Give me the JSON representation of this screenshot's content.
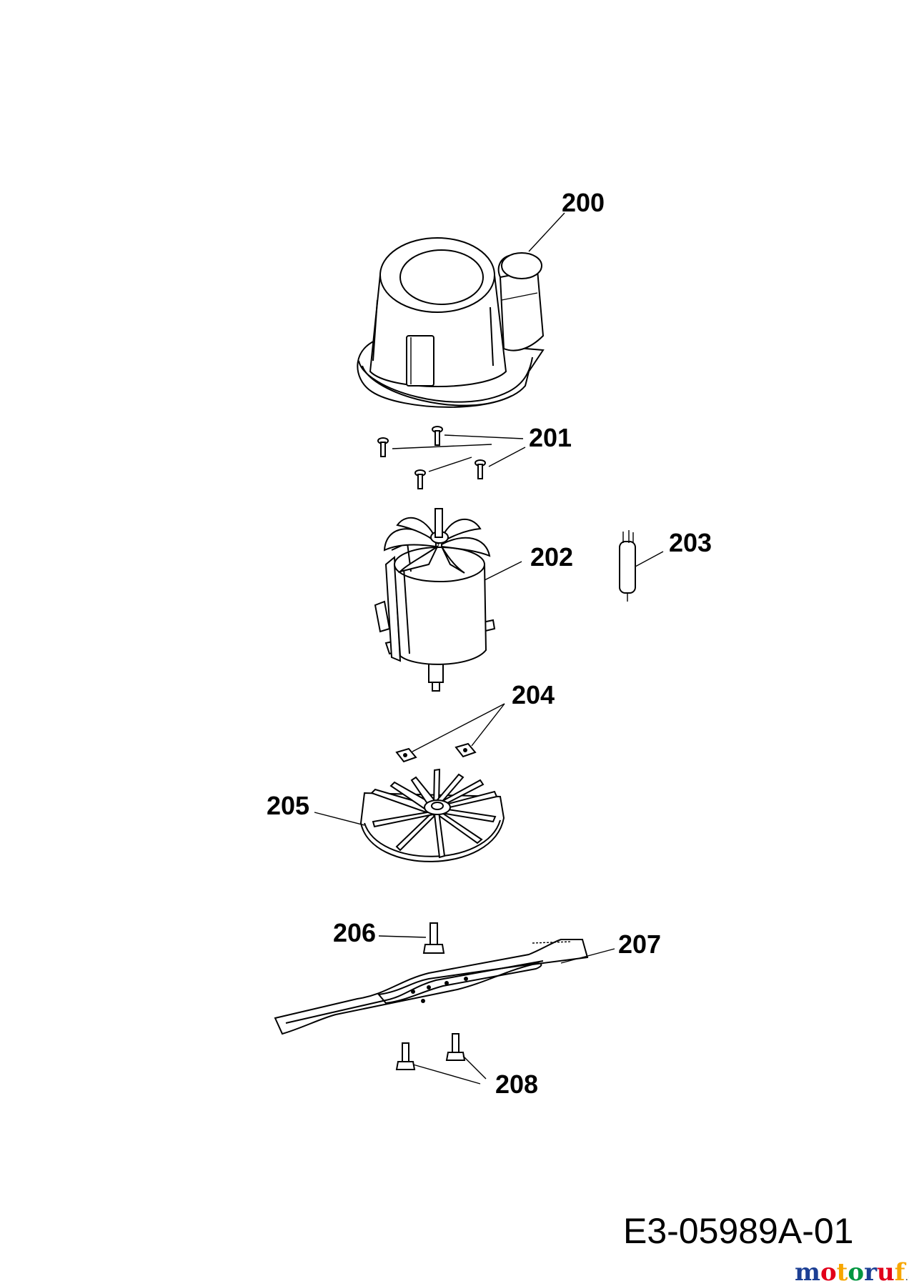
{
  "part_labels": {
    "p200": "200",
    "p201": "201",
    "p202": "202",
    "p203": "203",
    "p204": "204",
    "p205": "205",
    "p206": "206",
    "p207": "207",
    "p208": "208"
  },
  "drawing_code": "E3-05989A-01",
  "watermark": {
    "brand": "motoruf",
    "tld": ".de",
    "colors": {
      "m": "#1c3f94",
      "o1": "#e2001a",
      "t": "#f7a600",
      "o2": "#009640",
      "r": "#1c3f94",
      "u": "#e2001a",
      "f": "#f7a600"
    }
  }
}
